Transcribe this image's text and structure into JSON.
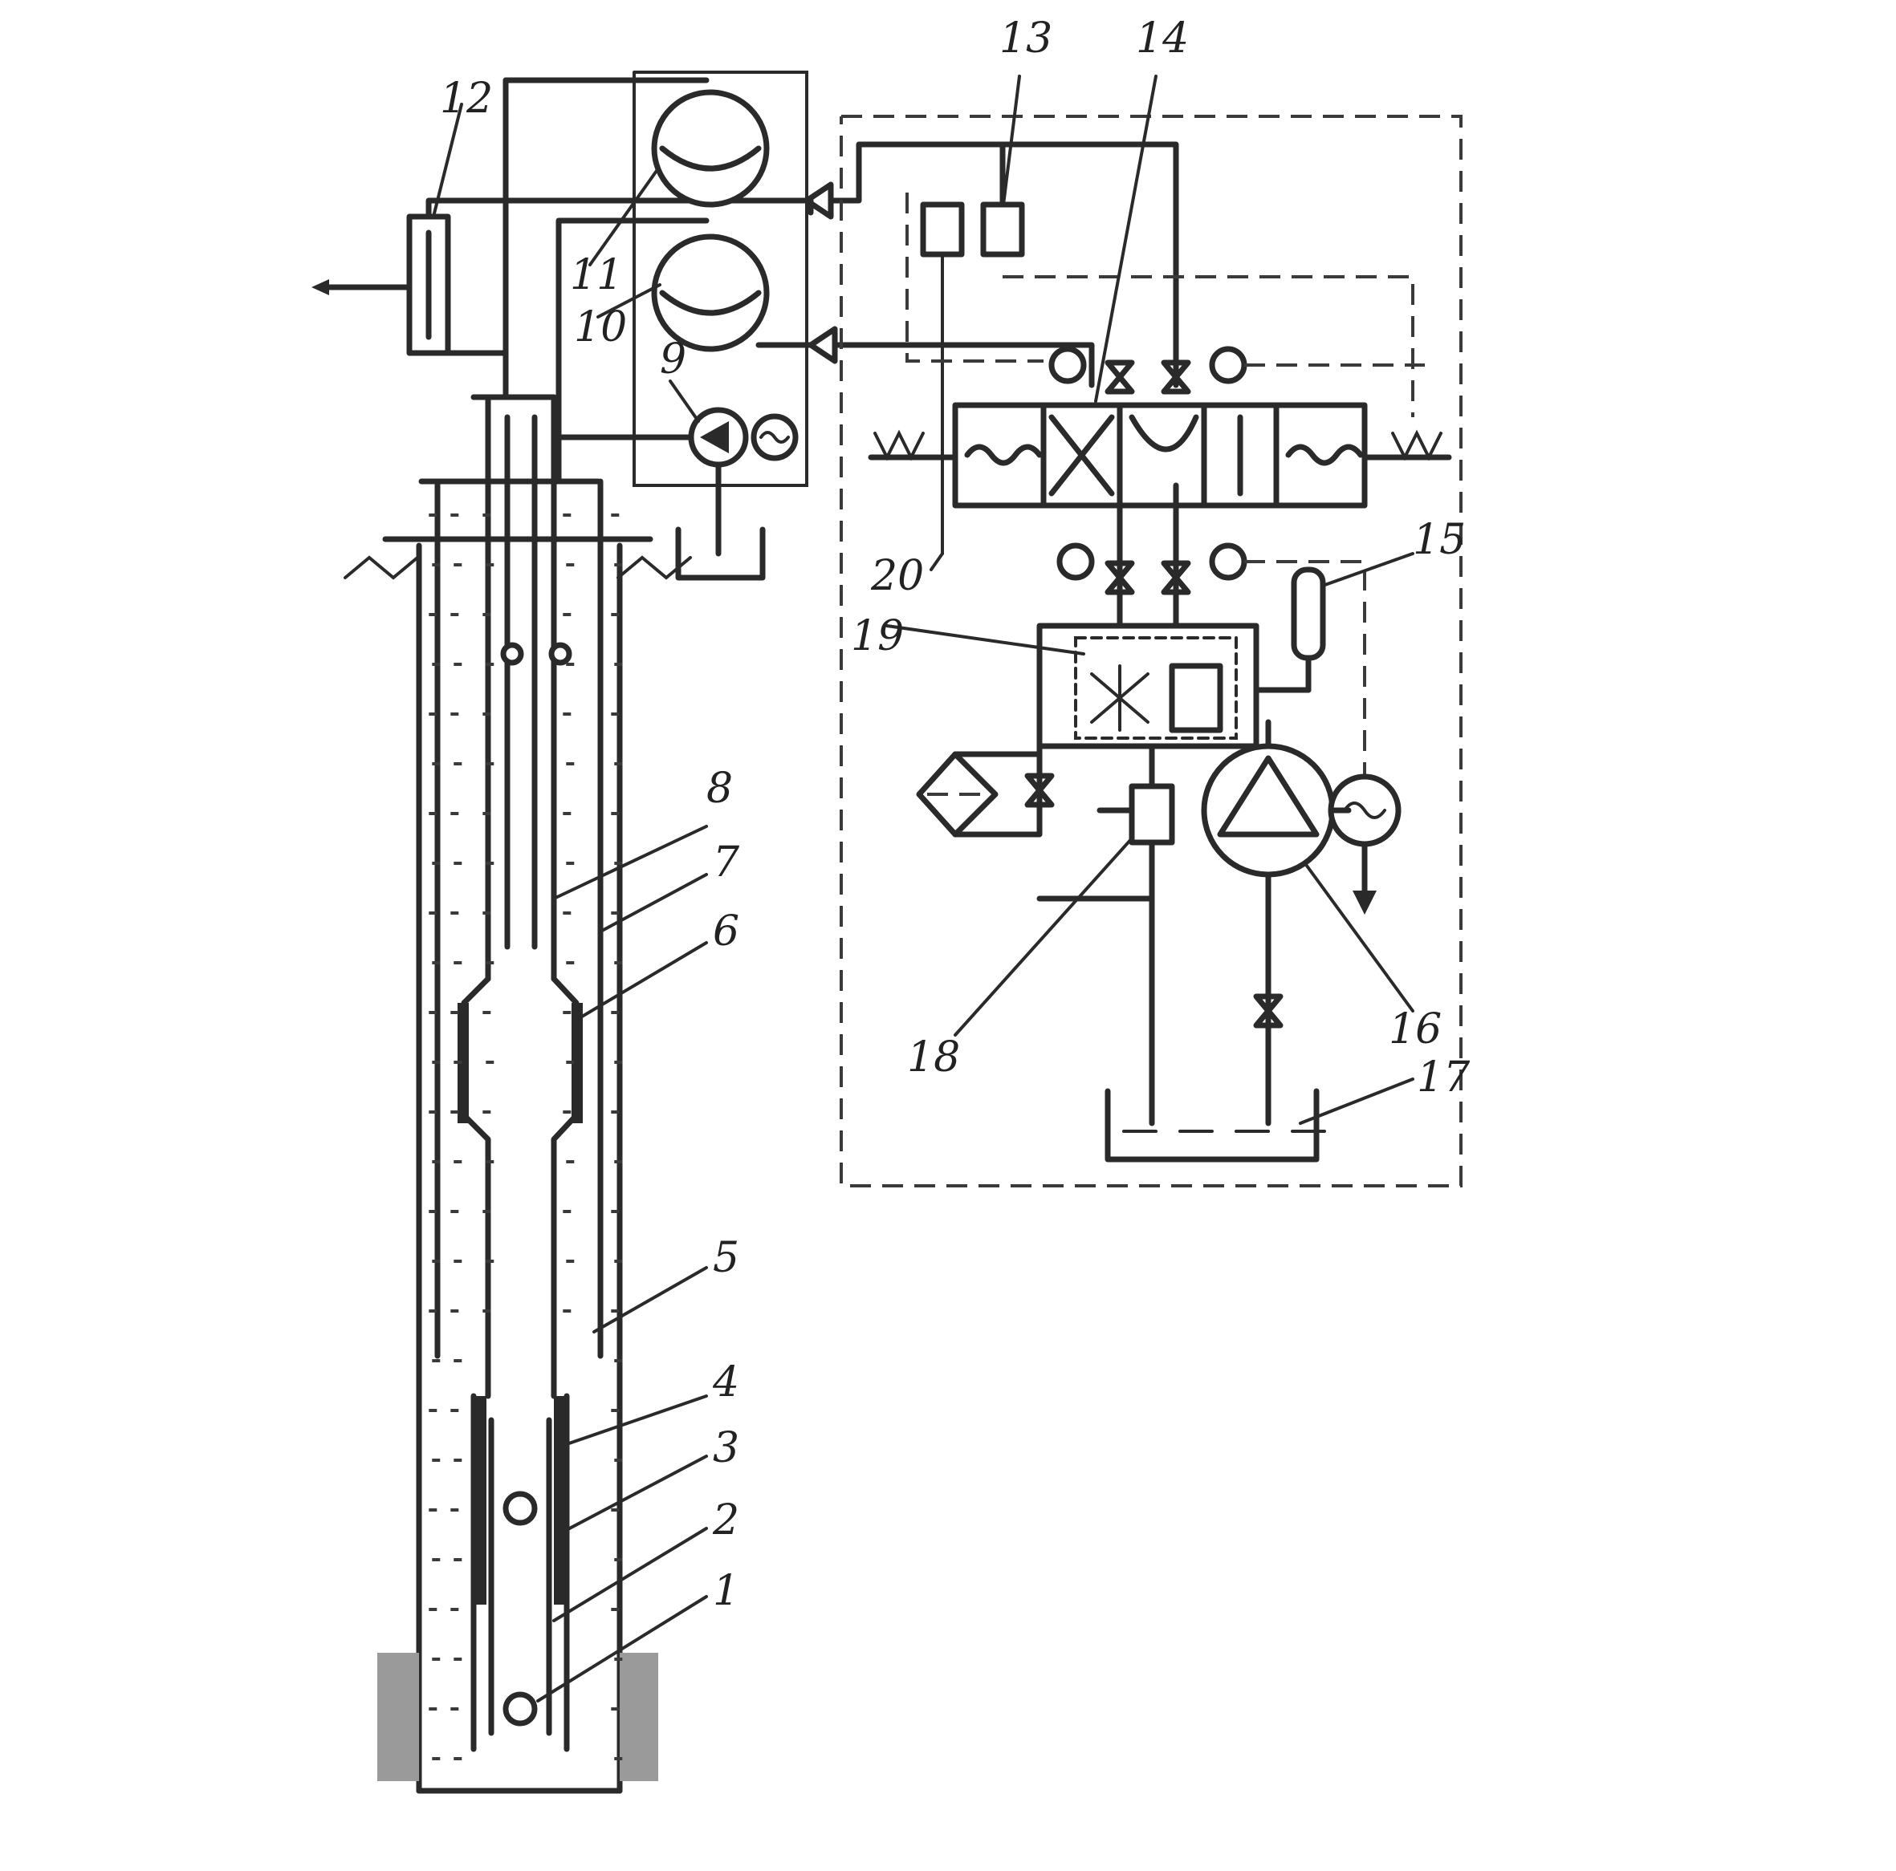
{
  "labels": [
    "1",
    "2",
    "3",
    "4",
    "5",
    "6",
    "7",
    "8",
    "9",
    "10",
    "11",
    "12",
    "13",
    "14",
    "15",
    "16",
    "17",
    "18",
    "19",
    "20"
  ],
  "colors": {
    "ink": "#2a2a2a",
    "background": "#ffffff",
    "rock": "#9a9a9a"
  }
}
